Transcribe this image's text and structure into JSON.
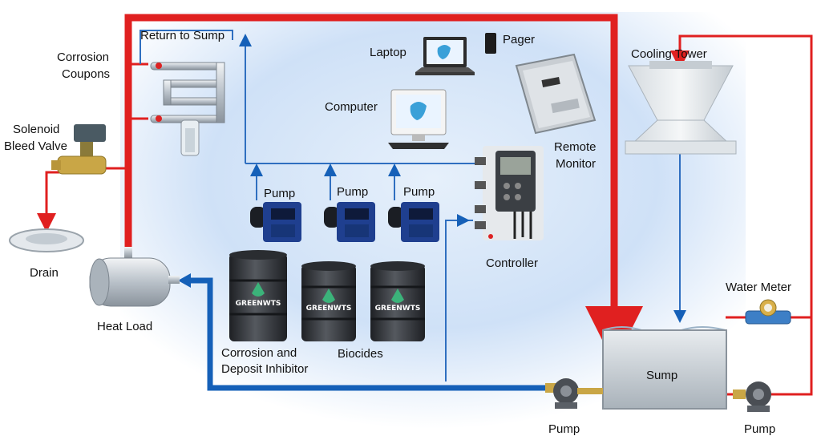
{
  "labels": {
    "return_to_sump": "Return to Sump",
    "corrosion_coupons_1": "Corrosion",
    "corrosion_coupons_2": "Coupons",
    "solenoid_1": "Solenoid",
    "solenoid_2": "Bleed Valve",
    "drain": "Drain",
    "heat_load": "Heat Load",
    "laptop": "Laptop",
    "pager": "Pager",
    "computer": "Computer",
    "remote_monitor_1": "Remote",
    "remote_monitor_2": "Monitor",
    "cooling_tower": "Cooling Tower",
    "pump_1": "Pump",
    "pump_2": "Pump",
    "pump_3": "Pump",
    "controller": "Controller",
    "corrosion_inhibitor_1": "Corrosion and",
    "corrosion_inhibitor_2": "Deposit Inhibitor",
    "biocides": "Biocides",
    "water_meter": "Water Meter",
    "sump": "Sump",
    "bottom_pump_left": "Pump",
    "bottom_pump_right": "Pump"
  },
  "drums": {
    "brand": "GREENWTS"
  },
  "colors": {
    "hot_line": "#e02020",
    "cold_line": "#1560b8",
    "signal_line": "#2f6fc0",
    "background_glow": "#cfe1f7",
    "drum": "#3a3d42",
    "pump_body": "#1f3f8f"
  },
  "icons": [
    "laptop-icon",
    "computer-icon",
    "pager-icon",
    "remote-monitor-icon",
    "cooling-tower-icon",
    "controller-icon",
    "heat-exchanger-icon",
    "solenoid-valve-icon",
    "drain-icon",
    "water-meter-icon",
    "pump-icon",
    "drum-icon",
    "coupon-rack-icon"
  ]
}
